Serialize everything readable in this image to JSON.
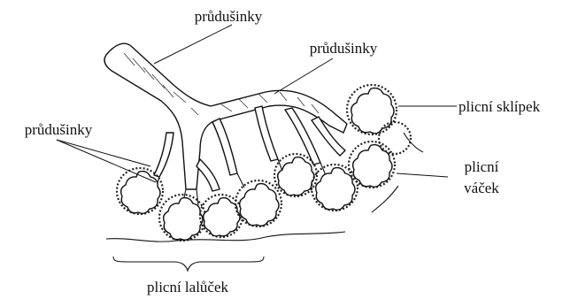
{
  "diagram": {
    "labels": {
      "bronchioles_top": "průdušinky",
      "bronchioles_middle": "průdušinky",
      "bronchioles_left": "průdušinky",
      "alveolus": "plicní sklípek",
      "alveolar_sac_line1": "plicní",
      "alveolar_sac_line2": "váček",
      "lobule": "plicní lalůček"
    },
    "colors": {
      "ink": "#111111",
      "background": "#ffffff"
    }
  }
}
